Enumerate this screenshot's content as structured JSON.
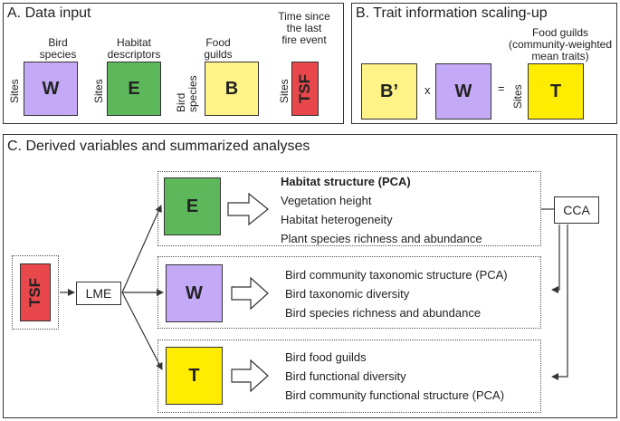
{
  "panelA": {
    "title": "A. Data input",
    "labels": {
      "bird_species": "Bird\nspecies",
      "habitat_descriptors": "Habitat\ndescriptors",
      "food_guilds": "Food\nguilds",
      "time_since_fire": "Time since\nthe last\nfire event",
      "sites": "Sites",
      "bird_species_rotated": "Bird\nspecies"
    },
    "matrices": {
      "w": "W",
      "e": "E",
      "b": "B",
      "tsf": "TSF"
    }
  },
  "panelB": {
    "title": "B. Trait information scaling-up",
    "labels": {
      "food_guilds_cwm": "Food guilds\n(community-weighted\nmean traits)",
      "sites": "Sites",
      "times": "x",
      "equals": "="
    },
    "matrices": {
      "b_prime": "B’",
      "w": "W",
      "t": "T"
    }
  },
  "panelC": {
    "title": "C. Derived variables and summarized analyses",
    "matrices": {
      "tsf": "TSF",
      "e": "E",
      "w": "W",
      "t": "T"
    },
    "boxes": {
      "lme": "LME",
      "cca": "CCA"
    },
    "group_e": [
      "Habitat structure (PCA)",
      "Vegetation height",
      "Habitat heterogeneity",
      "Plant species richness and abundance"
    ],
    "group_w": [
      "Bird community taxonomic structure (PCA)",
      "Bird taxonomic diversity",
      "Bird species richness and abundance"
    ],
    "group_t": [
      "Bird food guilds",
      "Bird functional diversity",
      "Bird community functional structure (PCA)"
    ]
  },
  "colors": {
    "purple": "#c3a9f6",
    "green": "#5cb85a",
    "light_yellow": "#fff387",
    "yellow": "#ffec00",
    "red": "#e8474b"
  }
}
